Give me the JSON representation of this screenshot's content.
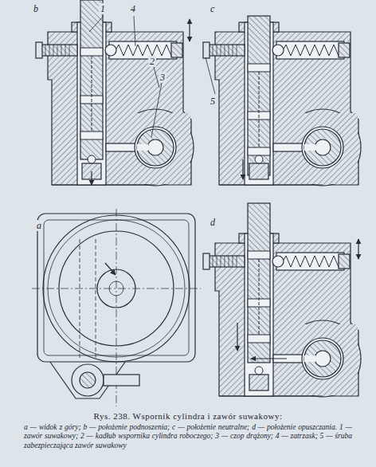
{
  "diagram": {
    "title": "Rys. 238. Wspornik cylindra i zawór suwakowy:",
    "caption": "a — widok z góry; b — położenie podnoszenia; c — położenie neutralne; d — położenie opuszczania. 1 — zawór suwakowy; 2 — kadłub wspornika cylindra roboczego; 3 — czop drążony; 4 — zatrzask; 5 — śruba zabezpieczająca zawór suwakowy",
    "labels": [
      "b",
      "1",
      "4",
      "2",
      "3",
      "c",
      "5",
      "a",
      "d"
    ]
  }
}
